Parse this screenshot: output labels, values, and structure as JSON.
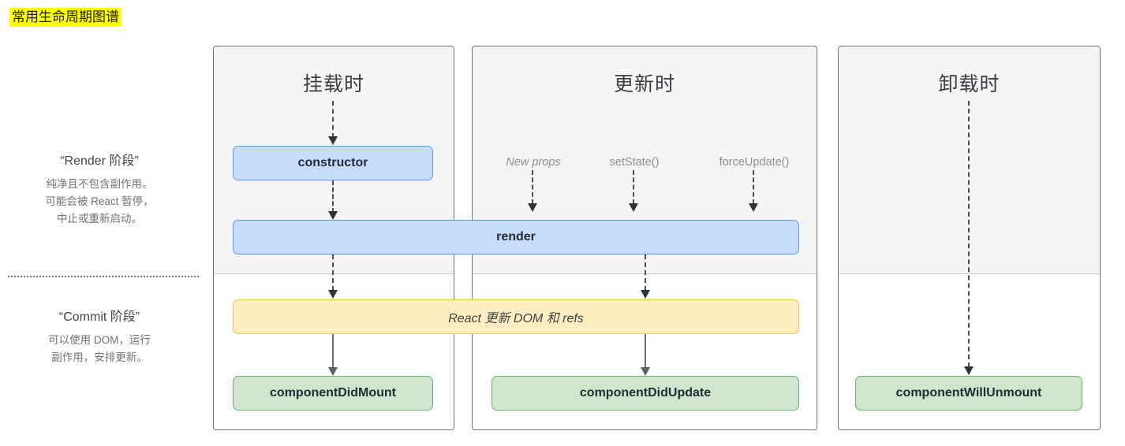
{
  "title": "常用生命周期图谱",
  "legend": {
    "render": {
      "title": "“Render 阶段”",
      "desc_line1": "纯净且不包含副作用。",
      "desc_line2": "可能会被 React 暂停，",
      "desc_line3": "中止或重新启动。"
    },
    "commit": {
      "title": "“Commit 阶段”",
      "desc_line1": "可以使用 DOM，运行",
      "desc_line2": "副作用，安排更新。"
    }
  },
  "panels": [
    {
      "id": "mounting",
      "heading": "挂载时"
    },
    {
      "id": "updating",
      "heading": "更新时"
    },
    {
      "id": "unmounting",
      "heading": "卸载时"
    }
  ],
  "nodes": {
    "constructor": "constructor",
    "render": "render",
    "react_dom_update": "React 更新 DOM 和 refs",
    "component_did_mount": "componentDidMount",
    "component_did_update": "componentDidUpdate",
    "component_will_unmount": "componentWillUnmount"
  },
  "triggers": {
    "new_props": "New props",
    "set_state": "setState()",
    "force_update": "forceUpdate()"
  },
  "colors": {
    "highlight": "#ffff00",
    "render_phase_bg": "#f5f5f5",
    "node_blue_fill": "#c7dcfb",
    "node_blue_border": "#5b9bf8",
    "node_yellow_fill": "#fdeec2",
    "node_yellow_border": "#f0c14b",
    "node_green_fill": "#cfe6cd",
    "node_green_border": "#6cb26a",
    "panel_border": "#6d7278",
    "muted_text": "#8b8e93"
  }
}
